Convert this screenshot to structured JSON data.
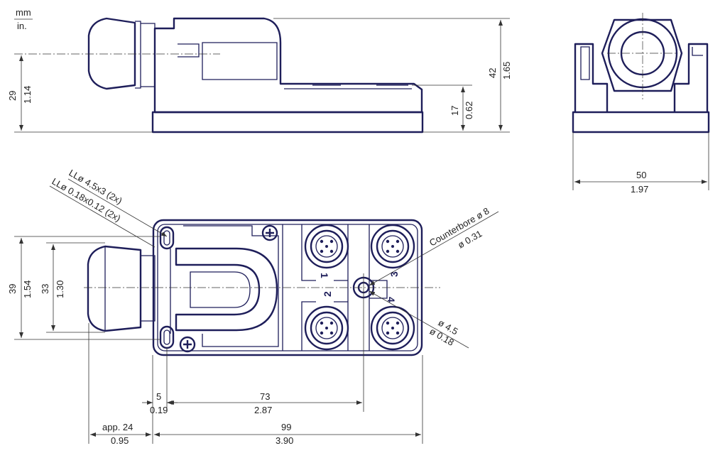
{
  "units": {
    "metric": "mm",
    "imperial": "in."
  },
  "side_view": {
    "height_total": {
      "mm": "42",
      "in": "1.65"
    },
    "height_axis": {
      "mm": "29",
      "in": "1.14"
    },
    "height_base": {
      "mm": "17",
      "in": "0.62"
    }
  },
  "end_view": {
    "width": {
      "mm": "50",
      "in": "1.97"
    }
  },
  "top_view": {
    "mount_hole_label": {
      "mm": "LLø 4.5x3 (2x)",
      "in": "LLø 0.18x0.12 (2x)"
    },
    "counterbore_label": {
      "mm": "Counterbore ø 8",
      "in": "ø 0.31"
    },
    "center_hole_label": {
      "mm": "ø 4.5",
      "in": "ø 0.18"
    },
    "height_total": {
      "mm": "39",
      "in": "1.54"
    },
    "height_inner": {
      "mm": "33",
      "in": "1.30"
    },
    "offset_hole": {
      "mm": "5",
      "in": "0.19"
    },
    "hole_spacing": {
      "mm": "73",
      "in": "2.87"
    },
    "gland_length": {
      "mm": "app. 24",
      "in": "0.95"
    },
    "length_total": {
      "mm": "99",
      "in": "3.90"
    },
    "port_numbers": [
      "1",
      "2",
      "3",
      "4"
    ]
  }
}
